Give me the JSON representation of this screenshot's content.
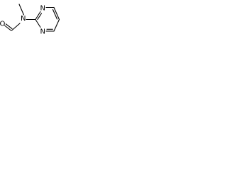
{
  "structure": {
    "atoms": {
      "formyl_oxygen": "O",
      "amide_nitrogen": "N",
      "ring_nitrogen_top": "N",
      "ring_nitrogen_bottom": "N"
    }
  },
  "colors": {
    "bond": "#000000",
    "label": "#000000",
    "background": "#ffffff"
  }
}
